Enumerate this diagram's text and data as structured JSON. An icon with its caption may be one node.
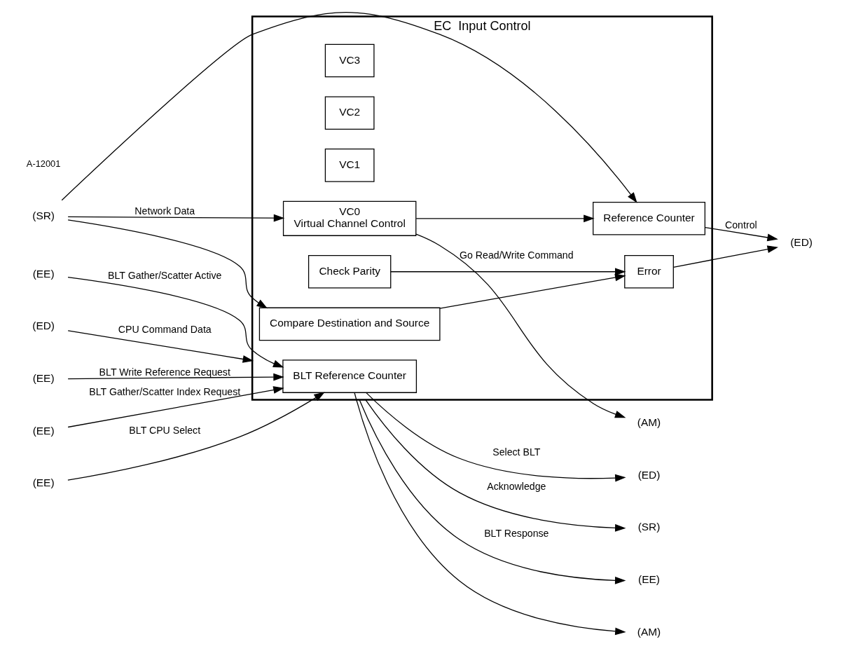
{
  "diagram": {
    "nodes": [
      {
        "text": [
          "EC  Input Control"
        ]
      },
      {
        "text": [
          "VC3"
        ],
        "in": 0
      },
      {
        "text": [
          "VC2"
        ],
        "in": 0
      },
      {
        "text": [
          "VC1"
        ],
        "in": 0
      },
      {
        "text": [
          "VC0",
          "Virtual Channel Control"
        ],
        "in": 0
      },
      {
        "text": [
          "Reference Counter"
        ],
        "in": 0
      },
      {
        "text": [
          "Compare Destination and Source"
        ],
        "in": 0
      },
      {
        "text": [
          "Check Parity"
        ],
        "in": 0
      },
      {
        "text": [
          "Error"
        ],
        "in": 0
      },
      {
        "text": [
          "BLT Reference Counter"
        ],
        "in": 0
      },
      {
        "text": [
          "(SR)"
        ]
      },
      {
        "text": [
          "(ED)"
        ]
      },
      {
        "text": [
          "(EE)"
        ]
      },
      {
        "text": [
          "(EE)"
        ]
      },
      {
        "text": [
          "(EE)"
        ]
      },
      {
        "text": [
          "(EE)"
        ]
      },
      {
        "text": [
          "(AM)"
        ]
      },
      {
        "text": [
          "(ED)"
        ]
      },
      {
        "text": [
          "(EE)"
        ]
      },
      {
        "text": [
          "(AM)"
        ]
      },
      {
        "text": [
          "(ED)"
        ]
      },
      {
        "text": [
          "(SR)"
        ]
      }
    ],
    "edges": [
      {
        "from": 10,
        "to": 4,
        "arrow": "to",
        "label": "Network Data"
      },
      {
        "from": 10,
        "to": 5,
        "arrow": "to"
      },
      {
        "from": 10,
        "to": 6,
        "arrow": "to"
      },
      {
        "from": 4,
        "to": 5,
        "arrow": "to"
      },
      {
        "from": 4,
        "to": 16,
        "arrow": "to",
        "label": "Go Read/Write Command"
      },
      {
        "from": 5,
        "to": 17,
        "arrow": "to",
        "label": "Control"
      },
      {
        "from": 6,
        "to": 8,
        "arrow": "to"
      },
      {
        "from": 7,
        "to": 8,
        "arrow": "to"
      },
      {
        "from": 8,
        "to": 17,
        "arrow": "to"
      },
      {
        "from": 11,
        "to": 0,
        "arrow": "to",
        "label": "CPU Command Data"
      },
      {
        "from": 0,
        "to": 18,
        "arrow": "to",
        "label": "BLT Response"
      },
      {
        "from": 12,
        "to": 9,
        "arrow": "to",
        "label": "BLT Write Reference Request"
      },
      {
        "from": 13,
        "to": 9,
        "arrow": "to",
        "label": "BLT Gather/Scatter Index Request"
      },
      {
        "from": 14,
        "to": 9,
        "arrow": "to",
        "label": "BLT CPU Select"
      },
      {
        "from": 15,
        "to": 9,
        "arrow": "to",
        "label": "BLT Gather/Scatter Active"
      },
      {
        "from": 9,
        "to": 19,
        "arrow": "to"
      },
      {
        "from": 9,
        "to": 20,
        "arrow": "to",
        "label": "Select BLT"
      },
      {
        "from": 0,
        "to": 21,
        "arrow": "to",
        "label": "Acknowledge"
      }
    ],
    "labels": [
      "A-12001"
    ]
  }
}
